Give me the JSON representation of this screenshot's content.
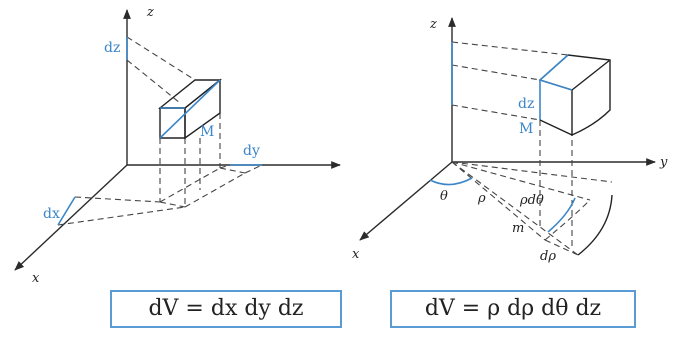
{
  "left_diagram": {
    "axis_labels": {
      "x": "x",
      "y": "",
      "z": "z"
    },
    "element_labels": {
      "dx": "dx",
      "dy": "dy",
      "dz": "dz",
      "point": "M"
    }
  },
  "right_diagram": {
    "axis_labels": {
      "x": "x",
      "y": "y",
      "z": "z"
    },
    "element_labels": {
      "theta": "θ",
      "rho": "ρ",
      "rho_dtheta": "ρdθ",
      "drho": "dρ",
      "dz": "dz",
      "point_upper": "M",
      "point_lower": "m"
    }
  },
  "formulas": {
    "cartesian": "dV = dx dy dz",
    "cylindrical": "dV = ρ dρ dθ dz"
  },
  "colors": {
    "accent": "#3a86c8",
    "box_border": "#5a9bd4",
    "ink": "#222222"
  }
}
